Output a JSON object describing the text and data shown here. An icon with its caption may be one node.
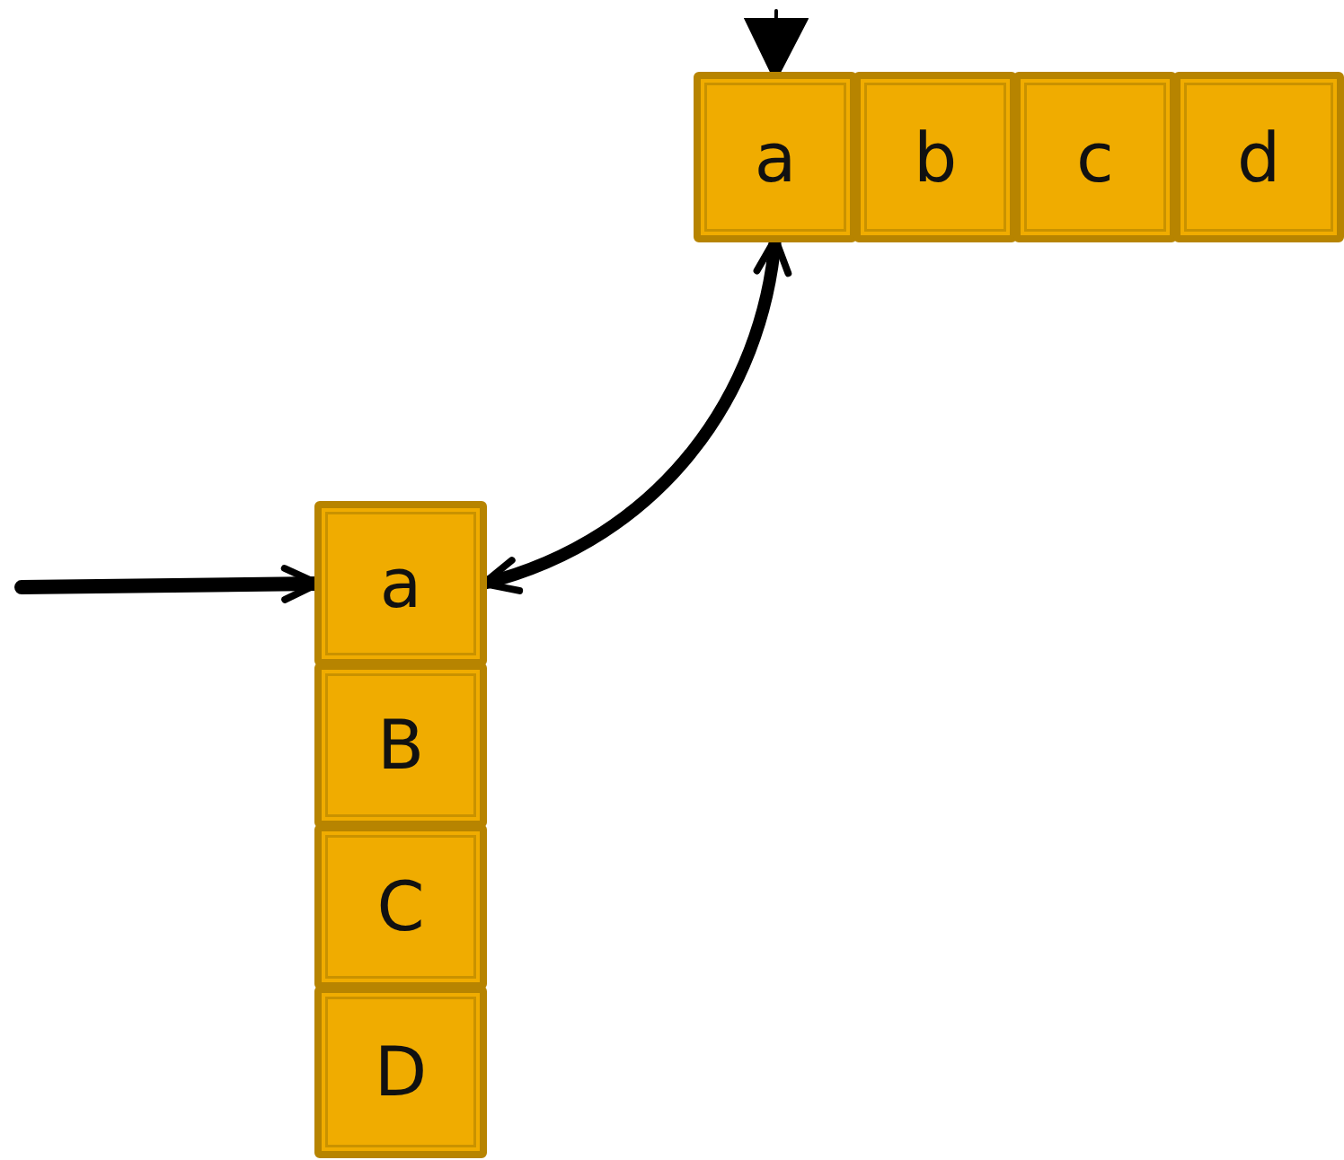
{
  "diagram": {
    "nodes": [
      {
        "text": [
          "a"
        ]
      },
      {
        "text": [
          "b"
        ]
      },
      {
        "text": [
          "c"
        ]
      },
      {
        "text": [
          "d"
        ]
      },
      {
        "text": [
          "a"
        ]
      },
      {
        "text": [
          "B"
        ]
      },
      {
        "text": [
          "C"
        ]
      },
      {
        "text": [
          "D"
        ]
      }
    ],
    "edges": [
      {
        "from": null,
        "to": 0,
        "arrow": "to"
      },
      {
        "from": null,
        "to": 4,
        "arrow": "to"
      },
      {
        "from": 4,
        "to": 0,
        "arrow": "both"
      }
    ]
  }
}
